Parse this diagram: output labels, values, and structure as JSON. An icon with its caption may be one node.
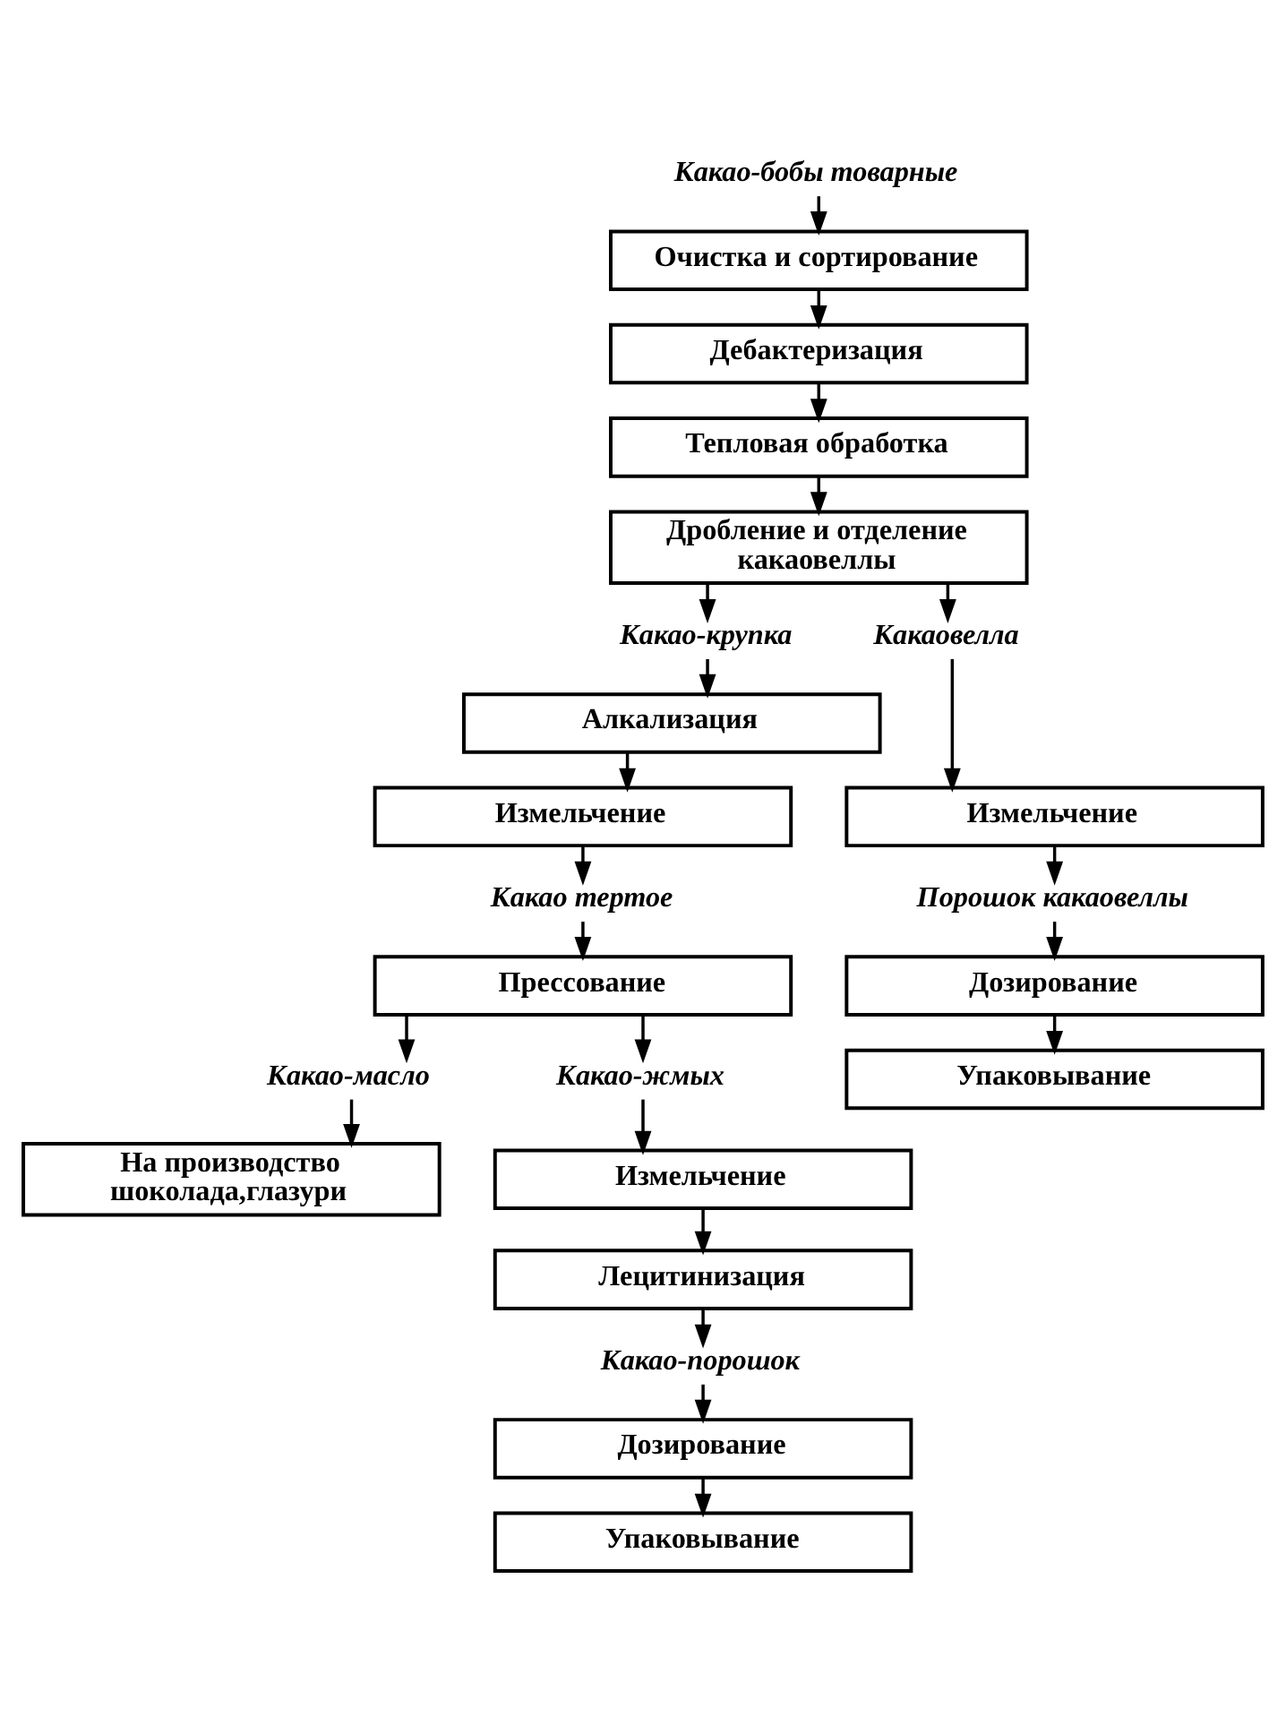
{
  "diagram": {
    "nodes": [
      {
        "text": [
          "Какао-бобы товарные"
        ]
      },
      {
        "text": [
          "Очистка и сортирование"
        ]
      },
      {
        "text": [
          "Дебактеризация"
        ]
      },
      {
        "text": [
          "Тепловая обработка"
        ]
      },
      {
        "text": [
          "Дробление и отделение какаовеллы"
        ]
      },
      {
        "text": [
          "Какао-крупка"
        ]
      },
      {
        "text": [
          "Какаовелла"
        ]
      },
      {
        "text": [
          "Алкализация"
        ]
      },
      {
        "text": [
          "Измельчение"
        ]
      },
      {
        "text": [
          "Измельчение"
        ]
      },
      {
        "text": [
          "Какао тертое"
        ]
      },
      {
        "text": [
          "Порошок какаовеллы"
        ]
      },
      {
        "text": [
          "Прессование"
        ]
      },
      {
        "text": [
          "Дозирование"
        ]
      },
      {
        "text": [
          "Какао-масло"
        ]
      },
      {
        "text": [
          "Какао-жмых"
        ]
      },
      {
        "text": [
          "Упаковывание"
        ]
      },
      {
        "text": [
          "На производство шоколада,глазури"
        ]
      },
      {
        "text": [
          "Измельчение"
        ]
      },
      {
        "text": [
          "Лецитинизация"
        ]
      },
      {
        "text": [
          "Какао-порошок"
        ]
      },
      {
        "text": [
          "Дозирование"
        ]
      },
      {
        "text": [
          "Упаковывание"
        ]
      }
    ],
    "edges": [
      {
        "from": 0,
        "to": 1,
        "arrow": "to"
      },
      {
        "from": 1,
        "to": 2,
        "arrow": "to"
      },
      {
        "from": 2,
        "to": 3,
        "arrow": "to"
      },
      {
        "from": 3,
        "to": 4,
        "arrow": "to"
      },
      {
        "from": 4,
        "to": 5,
        "arrow": "to"
      },
      {
        "from": 4,
        "to": 6,
        "arrow": "to"
      },
      {
        "from": 5,
        "to": 7,
        "arrow": "to"
      },
      {
        "from": 7,
        "to": 8,
        "arrow": "to"
      },
      {
        "from": 8,
        "to": 10,
        "arrow": "to"
      },
      {
        "from": 10,
        "to": 12,
        "arrow": "to"
      },
      {
        "from": 12,
        "to": 14,
        "arrow": "to"
      },
      {
        "from": 12,
        "to": 15,
        "arrow": "to"
      },
      {
        "from": 14,
        "to": 17,
        "arrow": "to"
      },
      {
        "from": 15,
        "to": 18,
        "arrow": "to"
      },
      {
        "from": 18,
        "to": 19,
        "arrow": "to"
      },
      {
        "from": 19,
        "to": 20,
        "arrow": "to"
      },
      {
        "from": 20,
        "to": 21,
        "arrow": "to"
      },
      {
        "from": 21,
        "to": 22,
        "arrow": "to"
      },
      {
        "from": 6,
        "to": 9,
        "arrow": "to"
      },
      {
        "from": 9,
        "to": 11,
        "arrow": "to"
      },
      {
        "from": 11,
        "to": 13,
        "arrow": "to"
      },
      {
        "from": 13,
        "to": 16,
        "arrow": "to"
      }
    ]
  }
}
